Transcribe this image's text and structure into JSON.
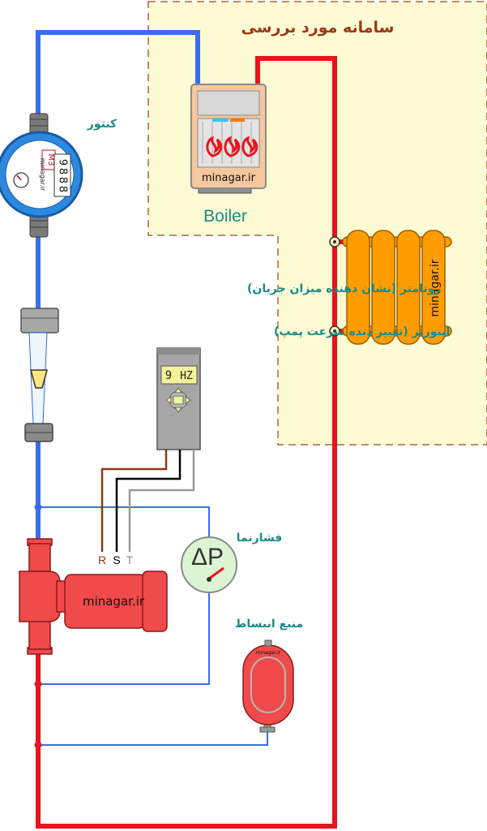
{
  "title": "سامانه مورد بررسی",
  "labels": {
    "meter": "کنتور",
    "boiler": "Boiler",
    "rotameter": "روتامتر (نشان دهنده میزان جریان)",
    "inverter": "اینورتر (تغییر دنده سرعت پمپ)",
    "pressure_gauge": "فشارنما",
    "expansion_tank": "منبع انبساط"
  },
  "meter": {
    "unit": "M3",
    "digits": [
      "9",
      "8",
      "8",
      "8"
    ],
    "brand": "minagar.ir"
  },
  "boiler_brand": "minagar.ir",
  "radiator_brand": "minagar.ir",
  "pump_brand": "minagar.ir",
  "tank_brand": "minagar.ir",
  "inverter": {
    "display_value": "9",
    "display_unit": "HZ"
  },
  "gauge_symbol": "ΔP",
  "wires": [
    "R",
    "S",
    "T"
  ],
  "colors": {
    "cold_pipe": "#3a6cf0",
    "hot_pipe": "#e8141c",
    "system_area": "#fcfbd3",
    "system_border": "#a66a3c",
    "radiator": "#ff9d00",
    "pump": "#f04a4a",
    "label_teal": "#1a8a8a",
    "title_brown": "#9a3a16"
  }
}
